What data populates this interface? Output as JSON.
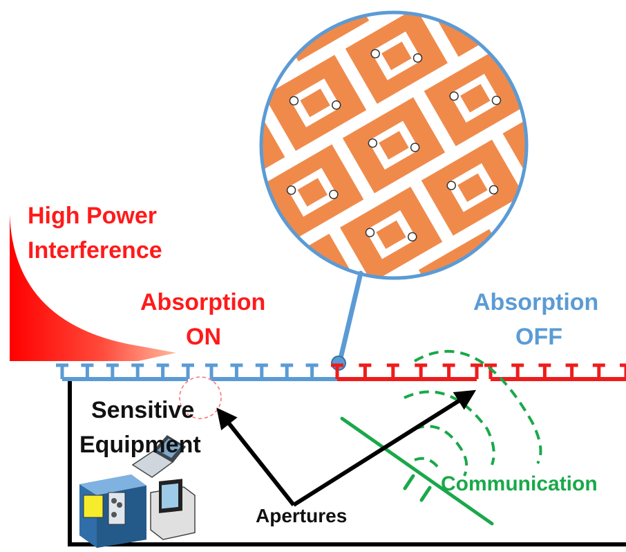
{
  "labels": {
    "high_power_line1": "High Power",
    "high_power_line2": "Interference",
    "absorption_on_line1": "Absorption",
    "absorption_on_line2": "ON",
    "absorption_off_line1": "Absorption",
    "absorption_off_line2": "OFF",
    "sensitive_line1": "Sensitive",
    "sensitive_line2": "Equipment",
    "apertures": "Apertures",
    "communication": "Communication"
  },
  "colors": {
    "interference_red": "#ff1a1a",
    "absorption_off_blue": "#5b9bd5",
    "surface_red": "#ee1c1c",
    "patch_orange": "#f08a4b",
    "communication_green": "#1aa84a",
    "enclosure_black": "#000000"
  },
  "icons": {
    "equipment": "instrument-and-laptop-icon",
    "antenna": "antenna-icon",
    "magnifier": "magnified-metasurface-icon"
  }
}
